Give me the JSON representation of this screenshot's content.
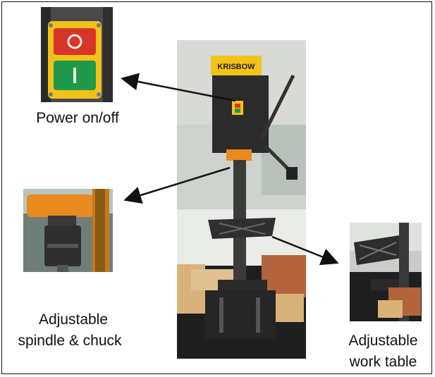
{
  "labels": {
    "power": "Power on/off",
    "spindle_line1": "Adjustable",
    "spindle_line2": "spindle & chuck",
    "table_line1": "Adjustable",
    "table_line2": "work table"
  },
  "photos": {
    "main_brand": "KRISBOW"
  },
  "colors": {
    "switch_red": "#d8352a",
    "switch_green": "#1f9a4a",
    "switch_housing": "#f2c21a",
    "drill_body": "#2b2b2b",
    "chuck_orange": "#e88a1e",
    "wood": "#d9b27a"
  }
}
